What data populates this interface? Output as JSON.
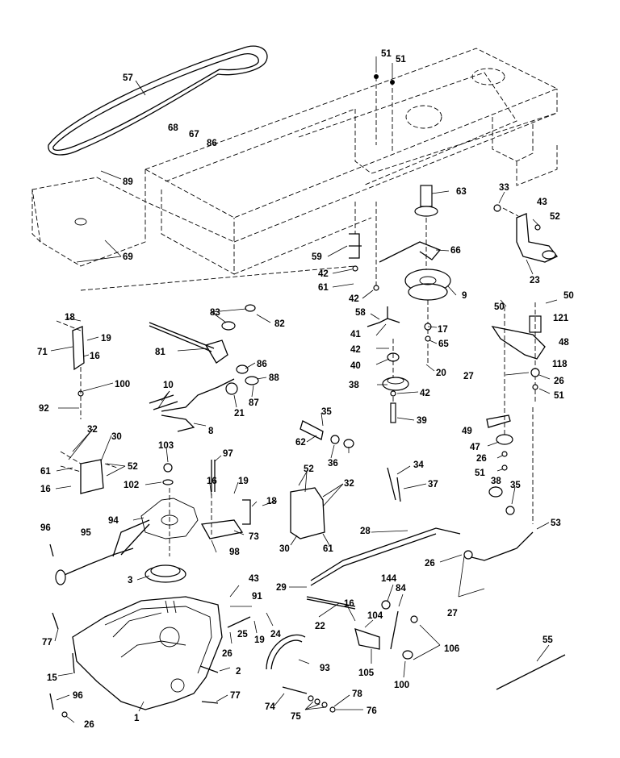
{
  "callouts": [
    {
      "id": "57",
      "text": "57"
    },
    {
      "id": "51a",
      "text": "51"
    },
    {
      "id": "51b",
      "text": "51"
    },
    {
      "id": "68",
      "text": "68"
    },
    {
      "id": "67",
      "text": "67"
    },
    {
      "id": "86a",
      "text": "86"
    },
    {
      "id": "89",
      "text": "89"
    },
    {
      "id": "69",
      "text": "69"
    },
    {
      "id": "63",
      "text": "63"
    },
    {
      "id": "33",
      "text": "33"
    },
    {
      "id": "43a",
      "text": "43"
    },
    {
      "id": "52a",
      "text": "52"
    },
    {
      "id": "59",
      "text": "59"
    },
    {
      "id": "66",
      "text": "66"
    },
    {
      "id": "42a",
      "text": "42"
    },
    {
      "id": "61a",
      "text": "61"
    },
    {
      "id": "42b",
      "text": "42"
    },
    {
      "id": "9",
      "text": "9"
    },
    {
      "id": "23",
      "text": "23"
    },
    {
      "id": "50a",
      "text": "50"
    },
    {
      "id": "50b",
      "text": "50"
    },
    {
      "id": "58",
      "text": "58"
    },
    {
      "id": "18a",
      "text": "18"
    },
    {
      "id": "83",
      "text": "83"
    },
    {
      "id": "82",
      "text": "82"
    },
    {
      "id": "121",
      "text": "121"
    },
    {
      "id": "19a",
      "text": "19"
    },
    {
      "id": "41",
      "text": "41"
    },
    {
      "id": "17",
      "text": "17"
    },
    {
      "id": "71",
      "text": "71"
    },
    {
      "id": "16a",
      "text": "16"
    },
    {
      "id": "81",
      "text": "81"
    },
    {
      "id": "65",
      "text": "65"
    },
    {
      "id": "42c",
      "text": "42"
    },
    {
      "id": "48",
      "text": "48"
    },
    {
      "id": "86b",
      "text": "86"
    },
    {
      "id": "40",
      "text": "40"
    },
    {
      "id": "20",
      "text": "20"
    },
    {
      "id": "27a",
      "text": "27"
    },
    {
      "id": "118",
      "text": "118"
    },
    {
      "id": "100a",
      "text": "100"
    },
    {
      "id": "88",
      "text": "88"
    },
    {
      "id": "26a",
      "text": "26"
    },
    {
      "id": "10",
      "text": "10"
    },
    {
      "id": "87",
      "text": "87"
    },
    {
      "id": "38a",
      "text": "38"
    },
    {
      "id": "42d",
      "text": "42"
    },
    {
      "id": "51c",
      "text": "51"
    },
    {
      "id": "92",
      "text": "92"
    },
    {
      "id": "21",
      "text": "21"
    },
    {
      "id": "35a",
      "text": "35"
    },
    {
      "id": "39",
      "text": "39"
    },
    {
      "id": "49",
      "text": "49"
    },
    {
      "id": "8",
      "text": "8"
    },
    {
      "id": "32a",
      "text": "32"
    },
    {
      "id": "30a",
      "text": "30"
    },
    {
      "id": "62",
      "text": "62"
    },
    {
      "id": "36",
      "text": "36"
    },
    {
      "id": "47",
      "text": "47"
    },
    {
      "id": "103",
      "text": "103"
    },
    {
      "id": "97",
      "text": "97"
    },
    {
      "id": "26b",
      "text": "26"
    },
    {
      "id": "61b",
      "text": "61"
    },
    {
      "id": "52b",
      "text": "52"
    },
    {
      "id": "34",
      "text": "34"
    },
    {
      "id": "51d",
      "text": "51"
    },
    {
      "id": "16b",
      "text": "16"
    },
    {
      "id": "102",
      "text": "102"
    },
    {
      "id": "16c",
      "text": "16"
    },
    {
      "id": "19b",
      "text": "19"
    },
    {
      "id": "52c",
      "text": "52"
    },
    {
      "id": "32b",
      "text": "32"
    },
    {
      "id": "37",
      "text": "37"
    },
    {
      "id": "38b",
      "text": "38"
    },
    {
      "id": "35b",
      "text": "35"
    },
    {
      "id": "18b",
      "text": "18"
    },
    {
      "id": "94",
      "text": "94"
    },
    {
      "id": "73",
      "text": "73"
    },
    {
      "id": "30b",
      "text": "30"
    },
    {
      "id": "61c",
      "text": "61"
    },
    {
      "id": "96a",
      "text": "96"
    },
    {
      "id": "28",
      "text": "28"
    },
    {
      "id": "53",
      "text": "53"
    },
    {
      "id": "95",
      "text": "95"
    },
    {
      "id": "98",
      "text": "98"
    },
    {
      "id": "26c",
      "text": "26"
    },
    {
      "id": "3",
      "text": "3"
    },
    {
      "id": "43b",
      "text": "43"
    },
    {
      "id": "29",
      "text": "29"
    },
    {
      "id": "144",
      "text": "144"
    },
    {
      "id": "91",
      "text": "91"
    },
    {
      "id": "84",
      "text": "84"
    },
    {
      "id": "27b",
      "text": "27"
    },
    {
      "id": "16d",
      "text": "16"
    },
    {
      "id": "25",
      "text": "25"
    },
    {
      "id": "24",
      "text": "24"
    },
    {
      "id": "22",
      "text": "22"
    },
    {
      "id": "104",
      "text": "104"
    },
    {
      "id": "77a",
      "text": "77"
    },
    {
      "id": "26d",
      "text": "26"
    },
    {
      "id": "19c",
      "text": "19"
    },
    {
      "id": "55",
      "text": "55"
    },
    {
      "id": "106",
      "text": "106"
    },
    {
      "id": "93",
      "text": "93"
    },
    {
      "id": "15",
      "text": "15"
    },
    {
      "id": "2",
      "text": "2"
    },
    {
      "id": "105",
      "text": "105"
    },
    {
      "id": "100b",
      "text": "100"
    },
    {
      "id": "96b",
      "text": "96"
    },
    {
      "id": "77b",
      "text": "77"
    },
    {
      "id": "78",
      "text": "78"
    },
    {
      "id": "1",
      "text": "1"
    },
    {
      "id": "74",
      "text": "74"
    },
    {
      "id": "75",
      "text": "75"
    },
    {
      "id": "76",
      "text": "76"
    },
    {
      "id": "26e",
      "text": "26"
    }
  ]
}
